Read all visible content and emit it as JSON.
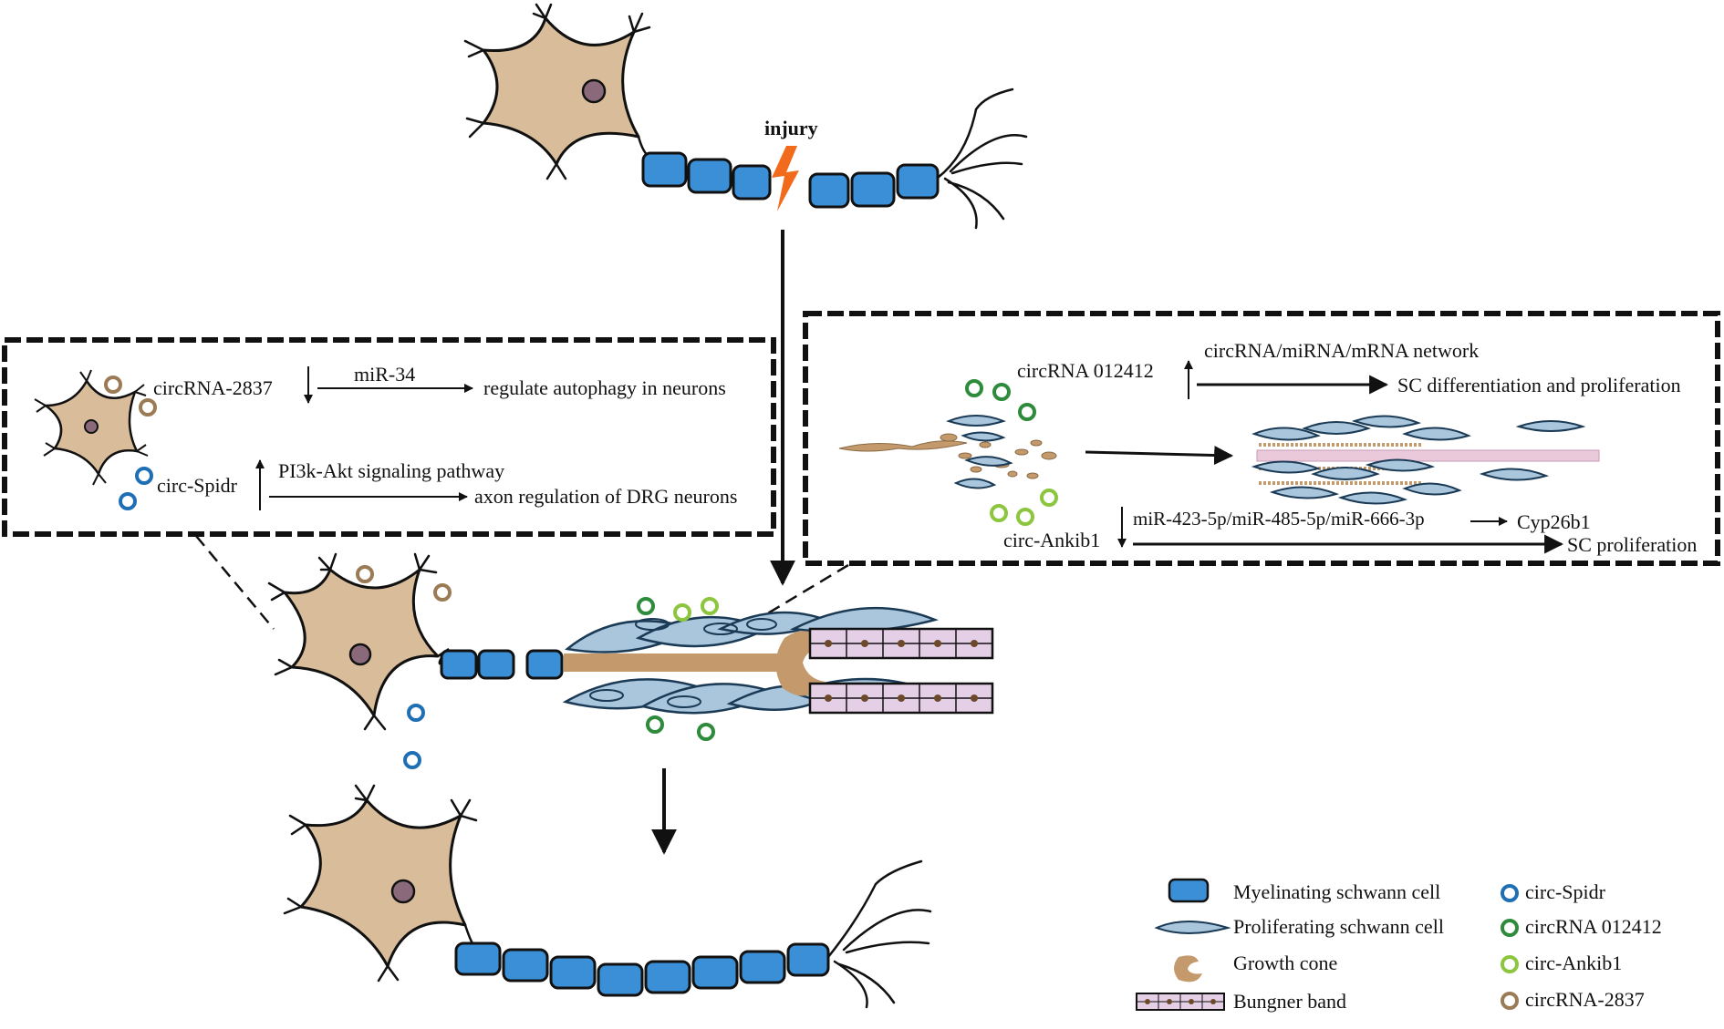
{
  "title": "injury",
  "colors": {
    "soma": "#d9bd9a",
    "nucleus": "#8a6a7a",
    "myelin": "#3a8fd6",
    "proliferating": "#a9c6dc",
    "growth_cone": "#c49a6c",
    "bungner": "#e4cfe6",
    "circ_spidr": "#1f6fb5",
    "circrna_012412": "#2e8b3c",
    "circ_ankib1": "#8cc63f",
    "circrna_2837": "#9b7b55",
    "lightning": "#f26a1b"
  },
  "left_box": {
    "row1": {
      "circ": "circRNA-2837",
      "direction": "down",
      "mirna": "miR-34",
      "effect": "regulate autophagy in neurons"
    },
    "row2": {
      "circ": "circ-Spidr",
      "direction": "up",
      "pathway": "PI3k-Akt signaling pathway",
      "effect": "axon regulation of DRG neurons"
    }
  },
  "right_box": {
    "row1": {
      "circ": "circRNA 012412",
      "direction": "up",
      "network": "circRNA/miRNA/mRNA network",
      "effect": "SC differentiation and proliferation"
    },
    "row2": {
      "circ": "circ-Ankib1",
      "direction": "down",
      "mirnas": "miR-423-5p/miR-485-5p/miR-666-3p",
      "target": "Cyp26b1",
      "effect": "SC proliferation"
    }
  },
  "legend": {
    "items": [
      {
        "label": "Myelinating schwann cell",
        "icon": "myelin-segment-icon"
      },
      {
        "label": "Proliferating schwann cell",
        "icon": "proliferating-cell-icon"
      },
      {
        "label": "Growth cone",
        "icon": "growth-cone-icon"
      },
      {
        "label": "Bungner band",
        "icon": "bungner-band-icon"
      }
    ],
    "circs": [
      {
        "label": "circ-Spidr",
        "color": "#1f6fb5"
      },
      {
        "label": "circRNA 012412",
        "color": "#2e8b3c"
      },
      {
        "label": "circ-Ankib1",
        "color": "#8cc63f"
      },
      {
        "label": "circRNA-2837",
        "color": "#9b7b55"
      }
    ]
  }
}
